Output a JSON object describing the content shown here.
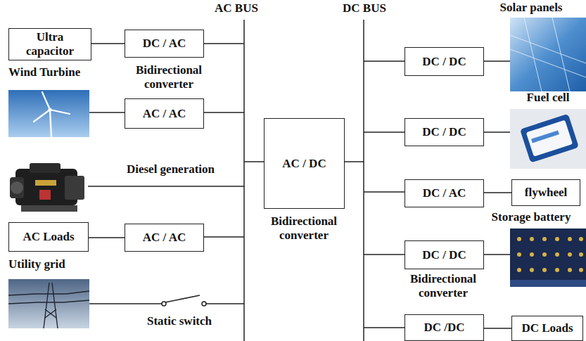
{
  "diagram": {
    "nodes": [
      {
        "text": [
          "Ultra capacitor"
        ]
      },
      {
        "text": [
          "DC / AC"
        ]
      },
      {
        "text": [
          "AC / AC"
        ]
      },
      {
        "text": [
          "AC Loads"
        ]
      },
      {
        "text": [
          "AC / AC"
        ]
      },
      {
        "text": [
          "AC / DC"
        ]
      },
      {
        "text": [
          "DC / DC"
        ]
      },
      {
        "text": [
          "DC / DC"
        ]
      },
      {
        "text": [
          "DC / AC"
        ]
      },
      {
        "text": [
          "flywheel"
        ]
      },
      {
        "text": [
          "DC / DC"
        ]
      },
      {
        "text": [
          "DC /DC"
        ]
      },
      {
        "text": [
          "DC Loads"
        ]
      }
    ],
    "edges": [
      {
        "from": 0,
        "to": 1,
        "arrow": "none"
      },
      {
        "from": 3,
        "to": 4,
        "arrow": "none"
      },
      {
        "from": 8,
        "to": 9,
        "arrow": "none"
      },
      {
        "from": 11,
        "to": 12,
        "arrow": "none"
      }
    ],
    "labels": [
      "AC BUS",
      "DC BUS",
      "Solar panels",
      "Wind Turbine",
      "Bidirectional converter",
      "Fuel cell",
      "Diesel generation",
      "Bidirectional converter",
      "Storage battery",
      "Bidirectional converter",
      "Utility grid",
      "Static switch"
    ]
  }
}
